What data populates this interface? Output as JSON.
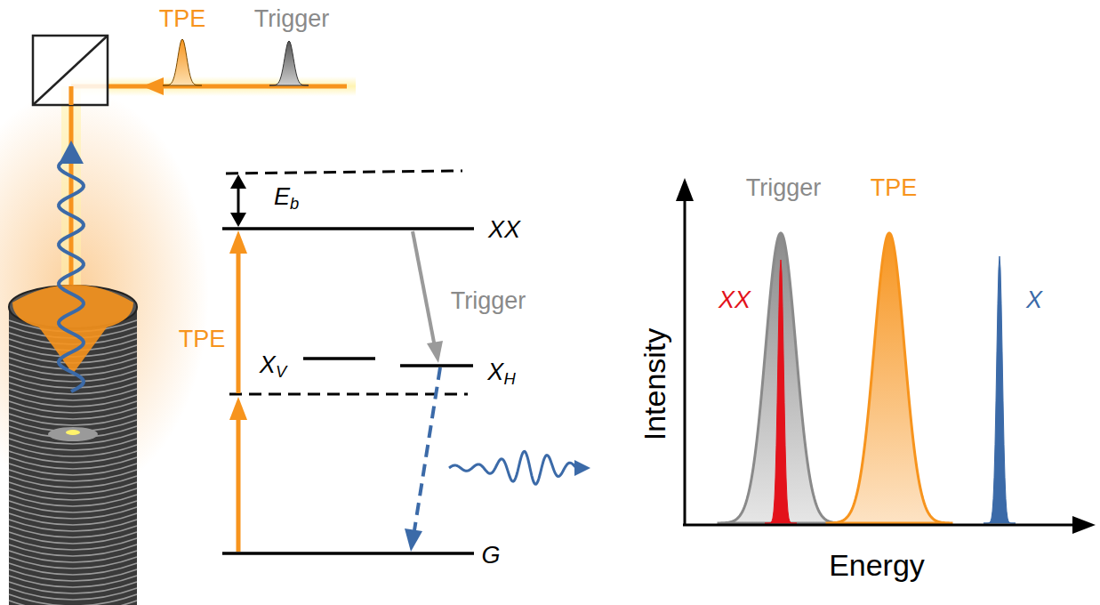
{
  "diagram": {
    "labels": [
      "TPE",
      "Trigger",
      "Eb",
      "XX",
      "Trigger",
      "TPE",
      "XV",
      "XH",
      "G",
      "Trigger",
      "TPE",
      "XX",
      "X",
      "Intensity",
      "Energy"
    ]
  }
}
